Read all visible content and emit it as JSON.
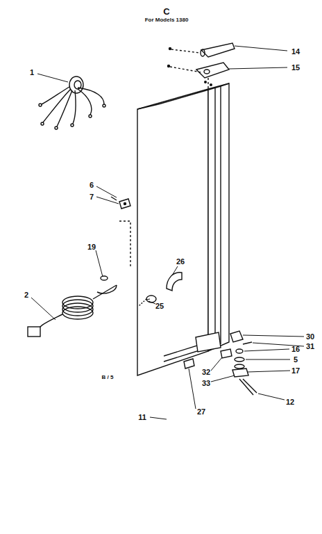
{
  "diagram": {
    "labels": [
      "C",
      "For Models 1380",
      "14",
      "15",
      "1",
      "6",
      "7",
      "19",
      "2",
      "26",
      "25",
      "30",
      "31",
      "16",
      "5",
      "17",
      "32",
      "33",
      "12",
      "27",
      "B / 5",
      "11"
    ]
  }
}
